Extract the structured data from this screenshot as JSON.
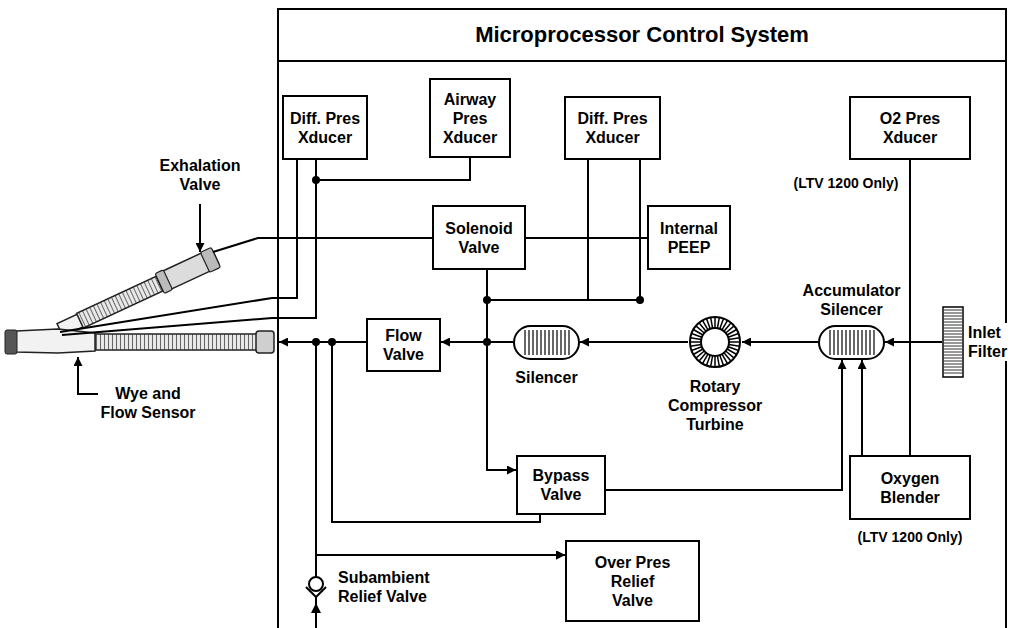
{
  "diagram": {
    "nodes": [
      {
        "text": [
          "Microprocessor Control System"
        ]
      },
      {
        "text": [
          "Diff. Pres Xducer"
        ],
        "in": 0
      },
      {
        "text": [
          "Airway Pres Xducer"
        ],
        "in": 0
      },
      {
        "text": [
          "Diff. Pres Xducer"
        ],
        "in": 0
      },
      {
        "text": [
          "O2 Pres Xducer"
        ],
        "in": 0
      },
      {
        "text": [
          "Solenoid Valve"
        ],
        "in": 0
      },
      {
        "text": [
          "Internal PEEP"
        ],
        "in": 0
      },
      {
        "text": [
          "Flow Valve"
        ],
        "in": 0
      },
      {
        "text": [
          "Silencer"
        ],
        "in": 0
      },
      {
        "text": [
          "Rotary Compressor Turbine"
        ],
        "in": 0
      },
      {
        "text": [
          "Accumulator Silencer"
        ],
        "in": 0
      },
      {
        "text": [
          "Inlet Filter"
        ],
        "in": 0
      },
      {
        "text": [
          "Bypass Valve"
        ],
        "in": 0
      },
      {
        "text": [
          "Oxygen Blender"
        ],
        "in": 0
      },
      {
        "text": [
          "Over Pres Relief Valve"
        ],
        "in": 0
      }
    ],
    "edges": [
      {
        "from": 1,
        "to": 2,
        "arrow": "none"
      },
      {
        "from": 5,
        "to": 6,
        "arrow": "none"
      },
      {
        "from": 11,
        "to": 10,
        "arrow": "to"
      },
      {
        "from": 10,
        "to": 9,
        "arrow": "to"
      },
      {
        "from": 9,
        "to": 8,
        "arrow": "to"
      },
      {
        "from": 8,
        "to": 7,
        "arrow": "to"
      },
      {
        "from": 8,
        "to": 12,
        "arrow": "to"
      },
      {
        "from": 5,
        "to": 8,
        "arrow": "none"
      },
      {
        "from": 3,
        "to": 8,
        "arrow": "none"
      },
      {
        "from": 4,
        "to": 13,
        "arrow": "none"
      },
      {
        "from": 13,
        "to": 10,
        "arrow": "to"
      },
      {
        "from": 12,
        "to": 10,
        "arrow": "to"
      },
      {
        "from": 7,
        "to": 14,
        "arrow": "to"
      },
      {
        "from": 12,
        "to": 14,
        "arrow": "to"
      }
    ],
    "labels": [
      "Exhalation Valve",
      "Wye and Flow Sensor",
      "(LTV 1200 Only)",
      "(LTV 1200 Only)",
      "Subambient Relief Valve"
    ]
  }
}
